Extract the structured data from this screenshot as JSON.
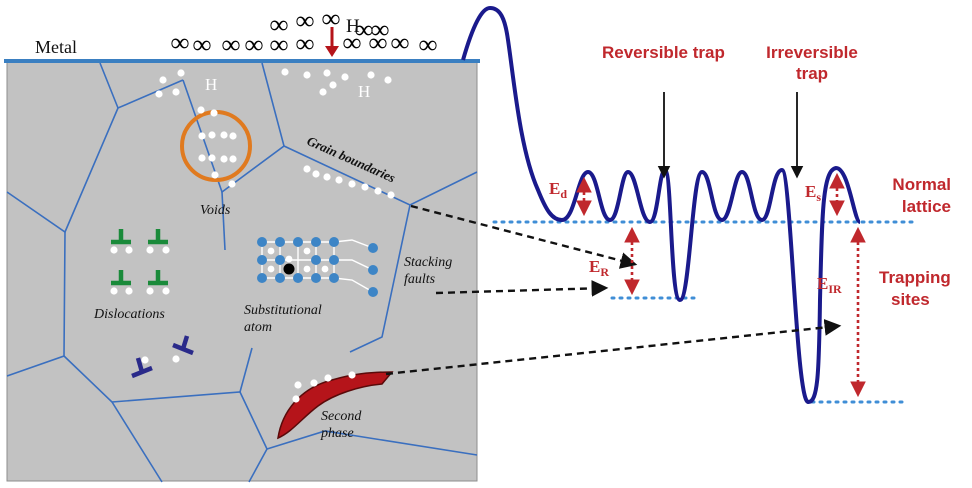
{
  "metal": {
    "label": "Metal",
    "h_top": "H",
    "h_left": "H",
    "h_right": "H",
    "molecule_glyph": "∞"
  },
  "features": {
    "voids": "Voids",
    "grain_boundaries": "Grain boundaries",
    "dislocations": "Dislocations",
    "substitutional_line1": "Substitutional",
    "substitutional_line2": "atom",
    "stacking_line1": "Stacking",
    "stacking_line2": "faults",
    "second_line1": "Second",
    "second_line2": "phase"
  },
  "energy": {
    "reversible_trap": "Reversible trap",
    "irreversible_line1": "Irreversible",
    "irreversible_line2": "trap",
    "normal_line1": "Normal",
    "normal_line2": "lattice",
    "trapping_line1": "Trapping",
    "trapping_line2": "sites",
    "ed_main": "E",
    "ed_sub": "d",
    "er_main": "E",
    "er_sub": "R",
    "es_main": "E",
    "es_sub": "s",
    "eir_main": "E",
    "eir_sub": "IR"
  },
  "colors": {
    "metal_fill": "#c2c2c2",
    "surface": "#3a7fc1",
    "grain_line": "#3a6fbf",
    "void_ring": "#e07a1f",
    "dislocation_green": "#1a8a3a",
    "dislocation_navy": "#2a2a8a",
    "lattice_atom": "#3d85c6",
    "second_phase": "#b5141a",
    "energy_curve": "#1a1a8c",
    "label_red": "#c0282d",
    "dotted_level": "#3f8ed6"
  }
}
